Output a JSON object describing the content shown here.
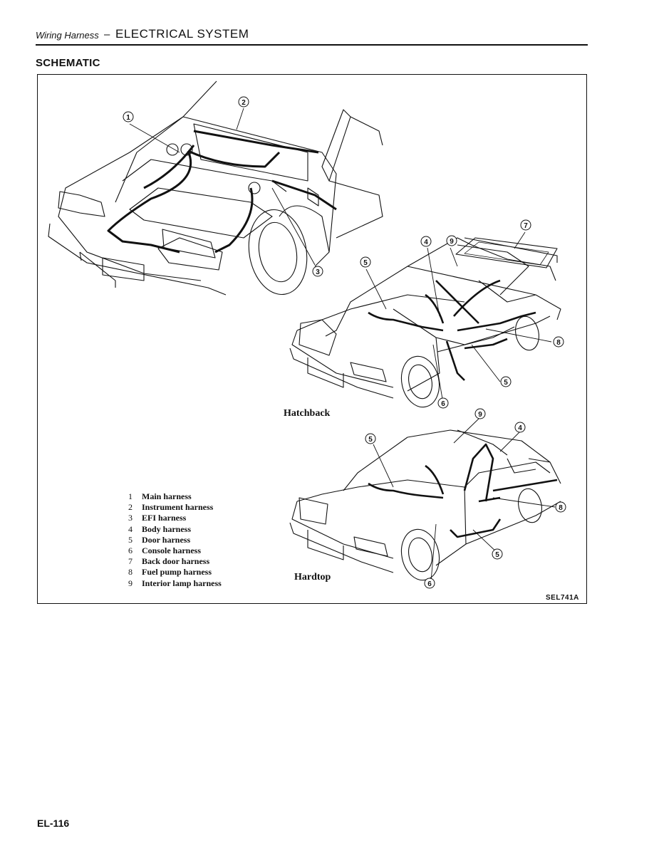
{
  "header": {
    "section": "Wiring Harness",
    "dash": "–",
    "system": "ELECTRICAL SYSTEM"
  },
  "title": "SCHEMATIC",
  "legend": [
    {
      "num": "1",
      "label": "Main harness"
    },
    {
      "num": "2",
      "label": "Instrument harness"
    },
    {
      "num": "3",
      "label": "EFI harness"
    },
    {
      "num": "4",
      "label": "Body harness"
    },
    {
      "num": "5",
      "label": "Door harness"
    },
    {
      "num": "6",
      "label": "Console harness"
    },
    {
      "num": "7",
      "label": "Back door harness"
    },
    {
      "num": "8",
      "label": "Fuel pump harness"
    },
    {
      "num": "9",
      "label": "Interior lamp harness"
    }
  ],
  "captions": {
    "hatchback": "Hatchback",
    "hardtop": "Hardtop"
  },
  "figure_code": "SEL741A",
  "page_number": "EL-116",
  "callouts": [
    "①",
    "②",
    "③",
    "④",
    "⑤",
    "⑥",
    "⑦",
    "⑧",
    "⑨"
  ]
}
